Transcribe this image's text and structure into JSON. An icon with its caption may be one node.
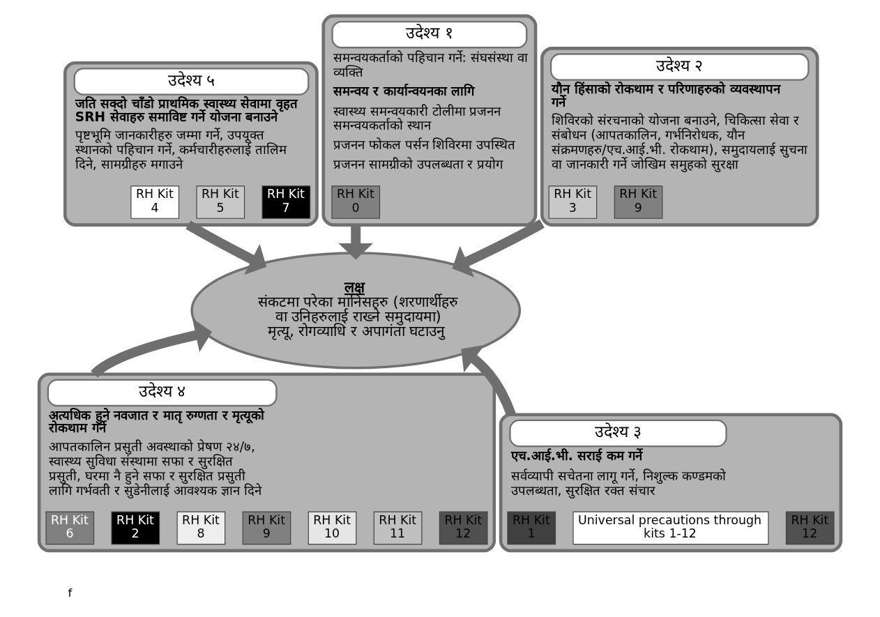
{
  "diagram": {
    "nodes": [
      {
        "text": [
          "उदेश्य १",
          "समन्वयकर्ताको पहिचान गर्ने: संघसंस्था वा व्यक्ति",
          "समन्वय र कार्यान्वयनका लागि",
          "स्वास्थ्य समन्वयकारी टोलीमा प्रजनन समन्वयकर्ताको स्थान",
          "प्रजनन फोकल पर्सन शिविरमा उपस्थित",
          "प्रजनन सामग्रीको उपलब्धता र प्रयोग"
        ]
      },
      {
        "text": [
          "RH Kit 0"
        ],
        "in": 0
      },
      {
        "text": [
          "उदेश्य ५",
          "जति सक्दो चाँडो प्राथमिक स्वास्थ्य सेवामा वृहत SRH सेवाहरु समाविष्ट गर्ने योजना बनाउने",
          "पृष्टभूमि जानकारीहरु जम्मा गर्ने, उपयूक्त स्थानको पहिचान गर्ने, कर्मचारीहरुलाई तालिम दिने, सामग्रीहरु मगाउने"
        ]
      },
      {
        "text": [
          "RH Kit 4"
        ],
        "in": 2
      },
      {
        "text": [
          "RH Kit 5"
        ],
        "in": 2
      },
      {
        "text": [
          "RH Kit 7"
        ],
        "in": 2
      },
      {
        "text": [
          "उदेश्य २",
          "यौन हिंसाको रोकथाम र परिणाहरुको व्यवस्थापन गर्ने",
          "शिविरको संरचनाको योजना बनाउने, चिकित्सा सेवा र संबोधन (आपतकालिन, गर्भनिरोधक, यौन संक्रमणहरु/एच.आई.भी. रोकथाम), समुदायलाई सुचना वा जानकारी गर्ने जोखिम समुहको सुरक्षा"
        ]
      },
      {
        "text": [
          "RH Kit 3"
        ],
        "in": 6
      },
      {
        "text": [
          "RH Kit 9"
        ],
        "in": 6
      },
      {
        "text": [
          "लक्ष",
          "संकटमा परेका मानिसहरु (शरणार्थीहरु वा उनिहरुलाई राख्ने समुदायमा) मृत्यू, रोगव्याधि र अपागंता घटाउनु"
        ]
      },
      {
        "text": [
          "उदेश्य ४",
          "अत्यधिक हुने नवजात र मातृ रुग्णता र मृत्यूको रोकथाम गर्ने",
          "आपतकालिन प्रसुती अवस्थाको प्रेषण २४/७, स्वास्थ्य सुविधा संस्थामा सफा र सुरक्षित प्रसुती, घरमा नै हुने सफा र सुरक्षित प्रसुती लागि गर्भवती र सुडेनीलाई आवश्यक ज्ञान दिने"
        ]
      },
      {
        "text": [
          "RH Kit 6"
        ],
        "in": 10
      },
      {
        "text": [
          "RH Kit 2"
        ],
        "in": 10
      },
      {
        "text": [
          "RH Kit 8"
        ],
        "in": 10
      },
      {
        "text": [
          "RH Kit 9"
        ],
        "in": 10
      },
      {
        "text": [
          "RH Kit 10"
        ],
        "in": 10
      },
      {
        "text": [
          "RH Kit 11"
        ],
        "in": 10
      },
      {
        "text": [
          "RH Kit 12"
        ],
        "in": 10
      },
      {
        "text": [
          "उदेश्य ३",
          "एच.आई.भी. सराई कम गर्ने",
          "सर्वव्यापी सचेतना लागू गर्ने, निशुल्क कण्डमको उपलब्धता, सुरक्षित रक्त संचार"
        ]
      },
      {
        "text": [
          "RH Kit 1"
        ],
        "in": 18
      },
      {
        "text": [
          "Universal precautions through kits 1-12"
        ],
        "in": 18
      },
      {
        "text": [
          "RH Kit 12"
        ],
        "in": 18
      }
    ],
    "edges": [
      {
        "from": 0,
        "to": 9,
        "arrow": "to"
      },
      {
        "from": 2,
        "to": 9,
        "arrow": "to"
      },
      {
        "from": 6,
        "to": 9,
        "arrow": "to"
      },
      {
        "from": 10,
        "to": 9,
        "arrow": "to"
      },
      {
        "from": 18,
        "to": 9,
        "arrow": "to"
      }
    ],
    "labels": [
      "f"
    ]
  }
}
